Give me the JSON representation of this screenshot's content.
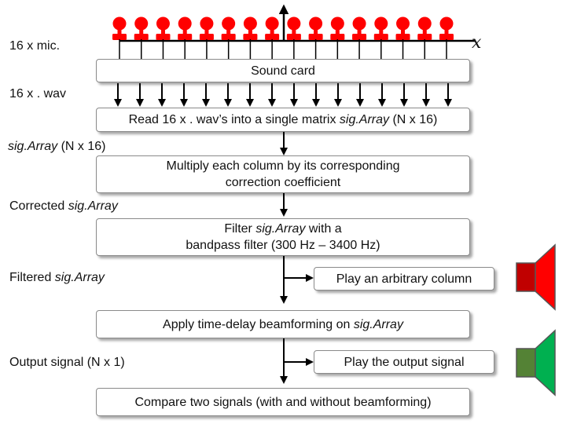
{
  "labels": {
    "mics": "16 x mic.",
    "x_axis": "x",
    "wavs": "16 x . wav",
    "sig_array_size": {
      "name": "sig.Array",
      "rest": " (N x 16)"
    },
    "corrected": {
      "prefix": "Corrected ",
      "name": "sig.Array"
    },
    "filtered": {
      "prefix": "Filtered ",
      "name": "sig.Array"
    },
    "output_signal": "Output signal (N x 1)"
  },
  "boxes": {
    "sound_card": "Sound card",
    "read_wavs": {
      "prefix": "Read 16 x . wav’s into a single matrix ",
      "name": "sig.Array",
      "suffix": " (N x 16)"
    },
    "multiply": {
      "line1": "Multiply each column by its  corresponding",
      "line2": "correction coefficient"
    },
    "filter": {
      "line1_prefix": "Filter ",
      "line1_name": "sig.Array",
      "line1_suffix": " with a",
      "line2": "bandpass filter (300 Hz – 3400 Hz)"
    },
    "play_column": "Play an arbitrary column",
    "beamforming": {
      "prefix": "Apply time-delay beamforming on ",
      "name": "sig.Array"
    },
    "play_output": "Play the output signal",
    "compare": "Compare two signals (with and without beamforming)"
  },
  "colors": {
    "mic": "#ff0000",
    "speaker_red": "#ff0000",
    "speaker_red_dark": "#c00000",
    "speaker_green": "#00b050",
    "speaker_green_dark": "#548235",
    "arrow": "#000000"
  },
  "icons": {
    "mic": "microphone-icon",
    "speaker1": "speaker-icon",
    "speaker2": "speaker-icon"
  },
  "mic_count": 16
}
